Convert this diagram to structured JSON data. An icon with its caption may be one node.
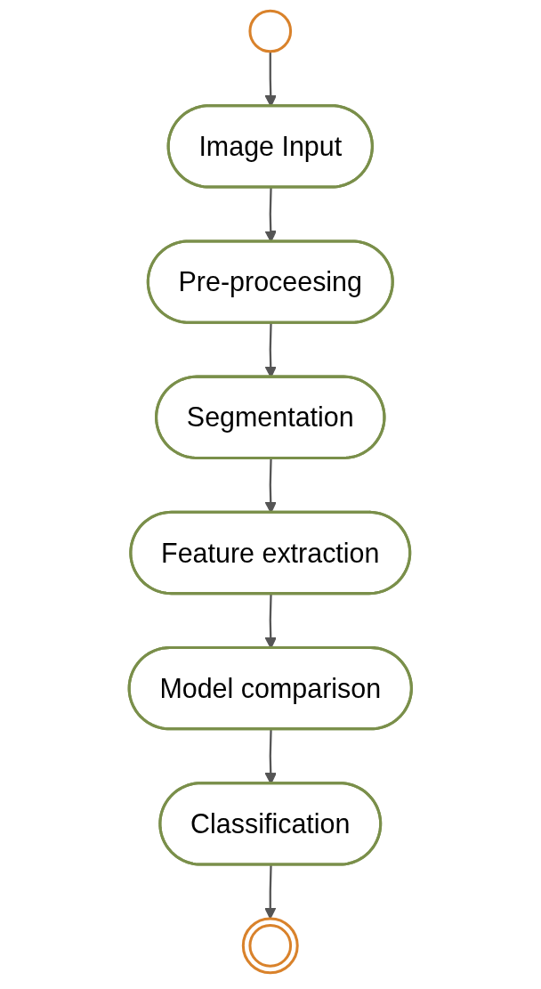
{
  "diagram": {
    "nodes": [
      {
        "text": [],
        "shape": "circle"
      },
      {
        "text": [
          "Image Input"
        ]
      },
      {
        "text": [
          "Pre-proceesing"
        ]
      },
      {
        "text": [
          "Segmentation"
        ]
      },
      {
        "text": [
          "Feature extraction"
        ]
      },
      {
        "text": [
          "Model comparison"
        ]
      },
      {
        "text": [
          "Classification"
        ]
      },
      {
        "text": [],
        "shape": "double-circle"
      }
    ],
    "edges": [
      {
        "from": 0,
        "to": 1,
        "arrow": "to"
      },
      {
        "from": 1,
        "to": 2,
        "arrow": "to"
      },
      {
        "from": 2,
        "to": 3,
        "arrow": "to"
      },
      {
        "from": 3,
        "to": 4,
        "arrow": "to"
      },
      {
        "from": 4,
        "to": 5,
        "arrow": "to"
      },
      {
        "from": 5,
        "to": 6,
        "arrow": "to"
      },
      {
        "from": 6,
        "to": 7,
        "arrow": "to"
      }
    ]
  }
}
